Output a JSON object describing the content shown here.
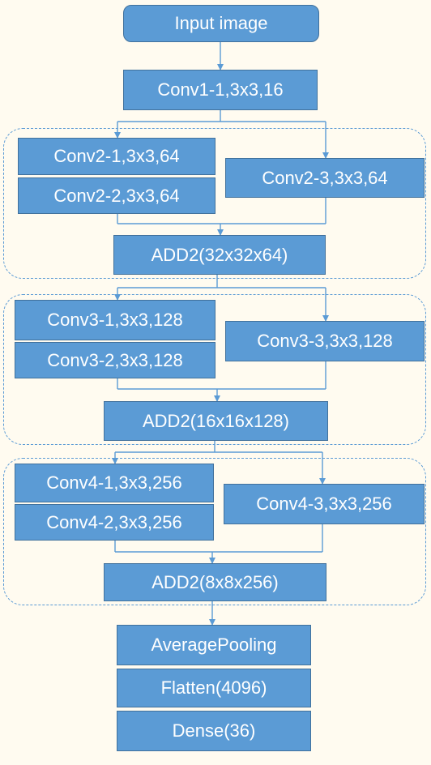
{
  "diagram": {
    "colors": {
      "box_fill": "#5b9bd5",
      "box_border": "#41719c",
      "box_text": "#ffffff",
      "connector": "#5b9bd5",
      "group_border": "#5b9bd5",
      "background": "#fffbf0"
    },
    "input": "Input image",
    "conv1": "Conv1-1,3x3,16",
    "block2": {
      "conv_a": "Conv2-1,3x3,64",
      "conv_b": "Conv2-2,3x3,64",
      "conv_c": "Conv2-3,3x3,64",
      "add": "ADD2(32x32x64)"
    },
    "block3": {
      "conv_a": "Conv3-1,3x3,128",
      "conv_b": "Conv3-2,3x3,128",
      "conv_c": "Conv3-3,3x3,128",
      "add": "ADD2(16x16x128)"
    },
    "block4": {
      "conv_a": "Conv4-1,3x3,256",
      "conv_b": "Conv4-2,3x3,256",
      "conv_c": "Conv4-3,3x3,256",
      "add": "ADD2(8x8x256)"
    },
    "pool": "AveragePooling",
    "flatten": "Flatten(4096)",
    "dense": "Dense(36)"
  }
}
